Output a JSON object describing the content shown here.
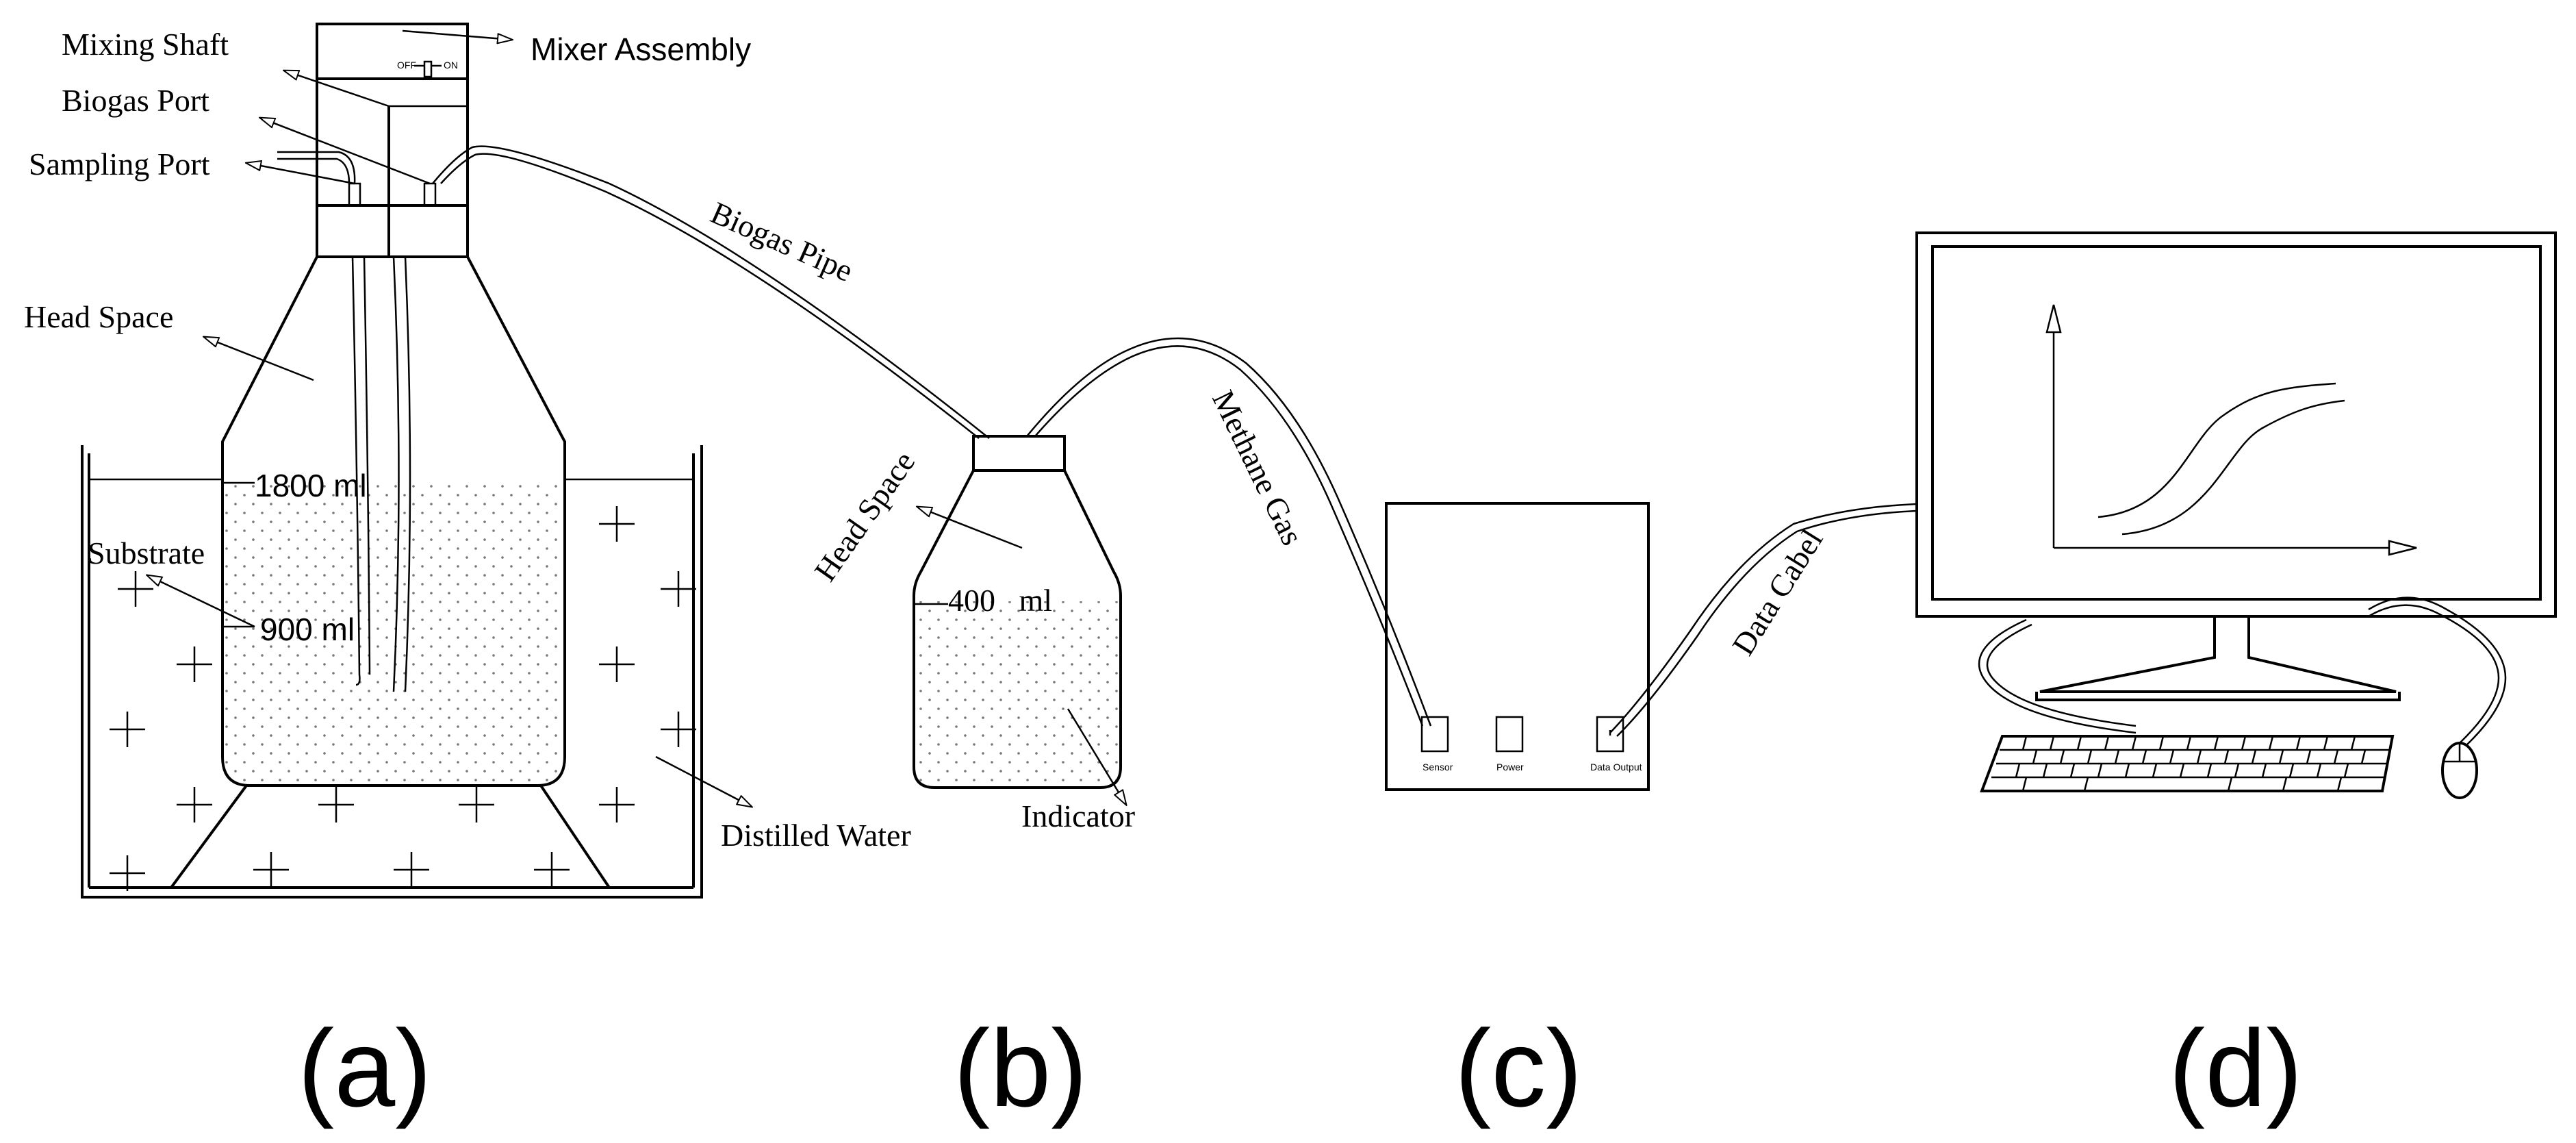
{
  "panel_a": {
    "mixer_assembly": "Mixer Assembly",
    "mixing_shaft": "Mixing Shaft",
    "biogas_port": "Biogas Port",
    "sampling_port": "Sampling Port",
    "switch_off": "OFF",
    "switch_on": "ON",
    "head_space": "Head Space",
    "mark_1800": "1800 ml",
    "substrate": "Substrate",
    "mark_900": "900 ml",
    "distilled_water": "Distilled Water",
    "caption": "(a)"
  },
  "biogas_pipe": "Biogas   Pipe",
  "panel_b": {
    "head_space": "Head Space",
    "mark_400": "400   ml",
    "indicator": "Indicator",
    "caption": "(b)"
  },
  "methane_gas": "Methane Gas",
  "panel_c": {
    "sensor": "Sensor",
    "power": "Power",
    "data_output": "Data Output",
    "caption": "(c)"
  },
  "data_cable": "Data Cabel",
  "panel_d": {
    "caption": "(d)"
  },
  "colors": {
    "ink": "#000000",
    "background": "#ffffff"
  }
}
